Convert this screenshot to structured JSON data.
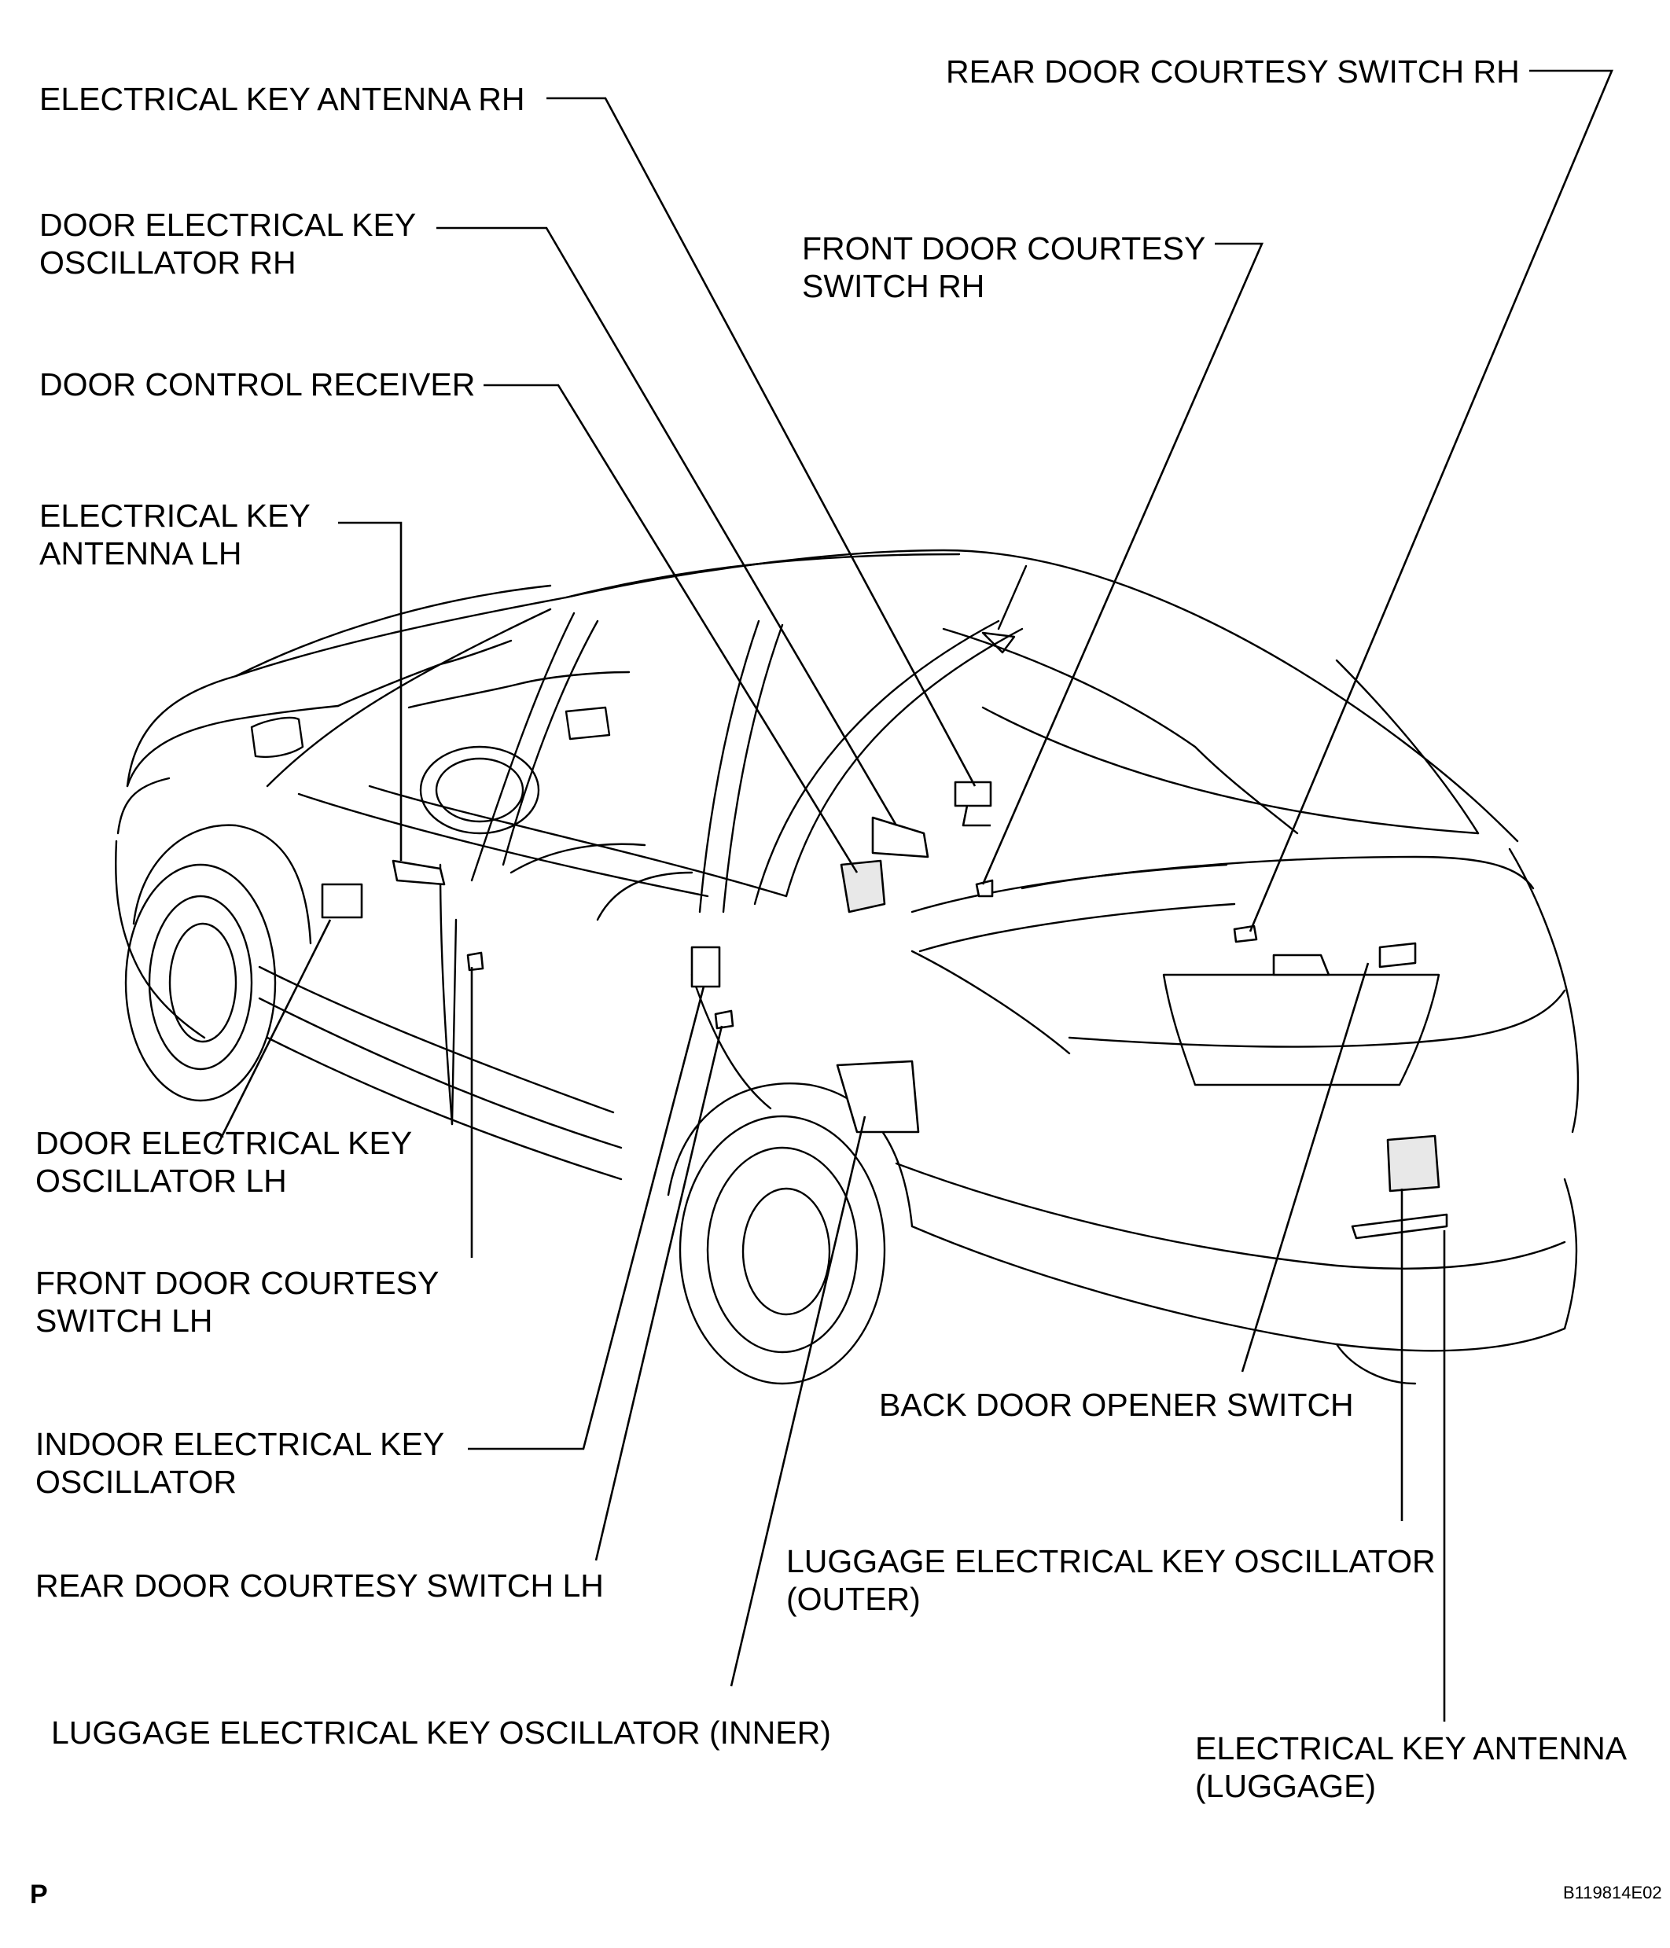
{
  "labels": {
    "electrical_key_antenna_rh": [
      "ELECTRICAL KEY ANTENNA RH"
    ],
    "door_electrical_key_oscillator_rh": [
      "DOOR ELECTRICAL KEY",
      "OSCILLATOR RH"
    ],
    "door_control_receiver": [
      "DOOR CONTROL RECEIVER"
    ],
    "electrical_key_antenna_lh": [
      "ELECTRICAL KEY",
      "ANTENNA LH"
    ],
    "rear_door_courtesy_switch_rh": [
      "REAR DOOR COURTESY SWITCH RH"
    ],
    "front_door_courtesy_switch_rh": [
      "FRONT DOOR COURTESY",
      "SWITCH RH"
    ],
    "door_electrical_key_oscillator_lh": [
      "DOOR ELECTRICAL KEY",
      "OSCILLATOR LH"
    ],
    "front_door_courtesy_switch_lh": [
      "FRONT DOOR COURTESY",
      "SWITCH LH"
    ],
    "indoor_electrical_key_oscillator": [
      "INDOOR ELECTRICAL KEY",
      "OSCILLATOR"
    ],
    "rear_door_courtesy_switch_lh": [
      "REAR DOOR COURTESY SWITCH LH"
    ],
    "luggage_electrical_key_oscillator_inner": [
      "LUGGAGE ELECTRICAL KEY OSCILLATOR (INNER)"
    ],
    "back_door_opener_switch": [
      "BACK DOOR OPENER SWITCH"
    ],
    "luggage_electrical_key_oscillator_outer": [
      "LUGGAGE ELECTRICAL KEY OSCILLATOR",
      "(OUTER)"
    ],
    "electrical_key_antenna_luggage": [
      "ELECTRICAL KEY ANTENNA",
      "(LUGGAGE)"
    ]
  },
  "corner_mark": "P",
  "figure_code": "B119814E02"
}
